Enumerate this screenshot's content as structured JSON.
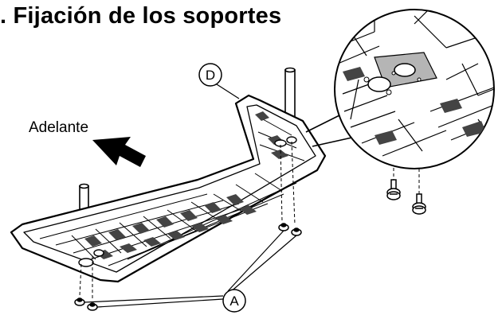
{
  "title": ". Fijación de los soportes",
  "labels": {
    "forward": "Adelante",
    "part_d": "D",
    "part_a": "A"
  }
}
